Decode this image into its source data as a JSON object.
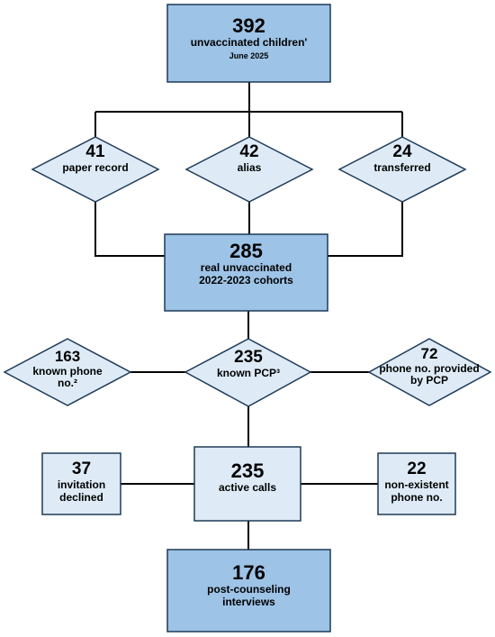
{
  "top": {
    "number": "392",
    "line1": "unvaccinated children'",
    "line2": "June 2025"
  },
  "exclusions": [
    {
      "number": "41",
      "label": "paper record"
    },
    {
      "number": "42",
      "label": "alias"
    },
    {
      "number": "24",
      "label": "transferred"
    }
  ],
  "cohort": {
    "number": "285",
    "line1": "real unvaccinated",
    "line2": "2022-2023 cohorts"
  },
  "known_phone": {
    "number": "163",
    "line1": "known phone",
    "line2": "no.²"
  },
  "known_pcp": {
    "number": "235",
    "label": "known PCP³"
  },
  "pcp_phone": {
    "number": "72",
    "line1": "phone no. provided",
    "line2": "by PCP"
  },
  "declined": {
    "number": "37",
    "line1": "invitation",
    "line2": "declined"
  },
  "active": {
    "number": "235",
    "label": "active calls"
  },
  "nonexistent": {
    "number": "22",
    "line1": "non-existent",
    "line2": "phone no."
  },
  "final": {
    "number": "176",
    "line1": "post-counseling",
    "line2": "interviews"
  },
  "colors": {
    "dark_fill": "#9dc3e6",
    "light_fill": "#deebf7",
    "stroke": "#1f3b57",
    "line": "#000000"
  }
}
